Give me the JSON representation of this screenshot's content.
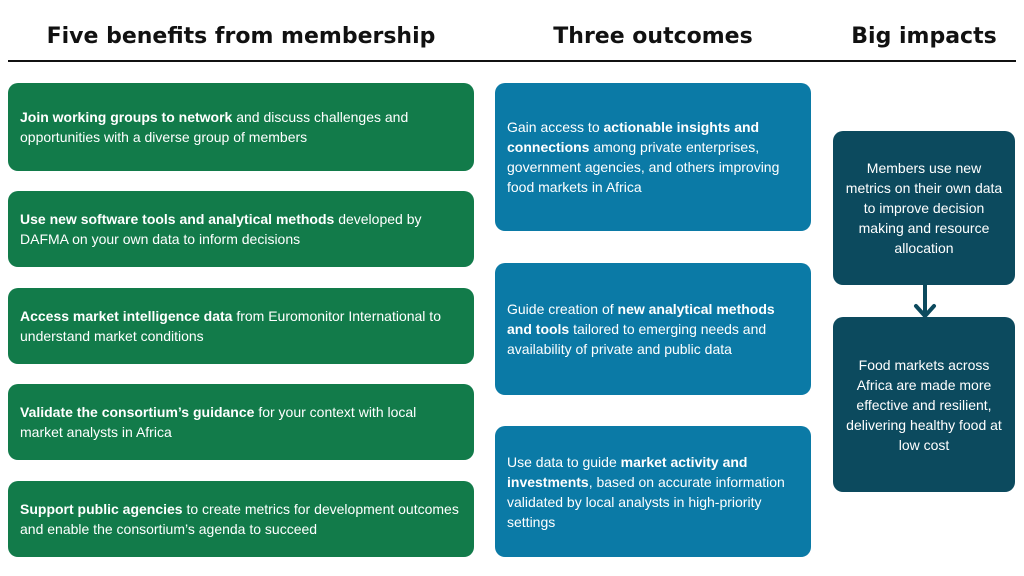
{
  "headings": {
    "benefits": "Five benefits from membership",
    "outcomes": "Three outcomes",
    "impacts": "Big impacts"
  },
  "benefits": [
    {
      "bold": "Join working groups to network",
      "rest": " and discuss challenges and opportunities with a diverse group of members"
    },
    {
      "bold": "Use new software tools and analytical methods",
      "rest": " developed by DAFMA on your own data to inform decisions"
    },
    {
      "bold": "Access market intelligence data",
      "rest": " from Euromonitor International to understand market conditions"
    },
    {
      "bold": "Validate the consortium’s guidance",
      "rest": " for your context with local market analysts in Africa"
    },
    {
      "bold": "Support public agencies",
      "rest": " to create metrics for development outcomes and enable the consortium’s agenda to succeed"
    }
  ],
  "outcomes": [
    {
      "pre": "Gain access to ",
      "bold": "actionable insights and connections",
      "post": " among private enterprises, government agencies, and others improving food markets in Africa"
    },
    {
      "pre": "Guide creation of ",
      "bold": "new analytical methods and tools",
      "post": " tailored to emerging needs and availability of private and public data"
    },
    {
      "pre": "Use data to guide ",
      "bold": "market activity and investments",
      "post": ", based on accurate information validated by local analysts in high-priority settings"
    }
  ],
  "impacts": [
    "Members use new metrics on their own data to improve decision making and resource allocation",
    "Food markets across Africa are made more effective and resilient, delivering healthy food at low cost"
  ],
  "colors": {
    "benefit_box": "#127b4a",
    "outcome_box": "#0b7aa6",
    "impact_box": "#0c4a5e",
    "arrow": "#0c4a5e"
  },
  "icons": {
    "flow_arrow": "arrow-down-icon"
  }
}
